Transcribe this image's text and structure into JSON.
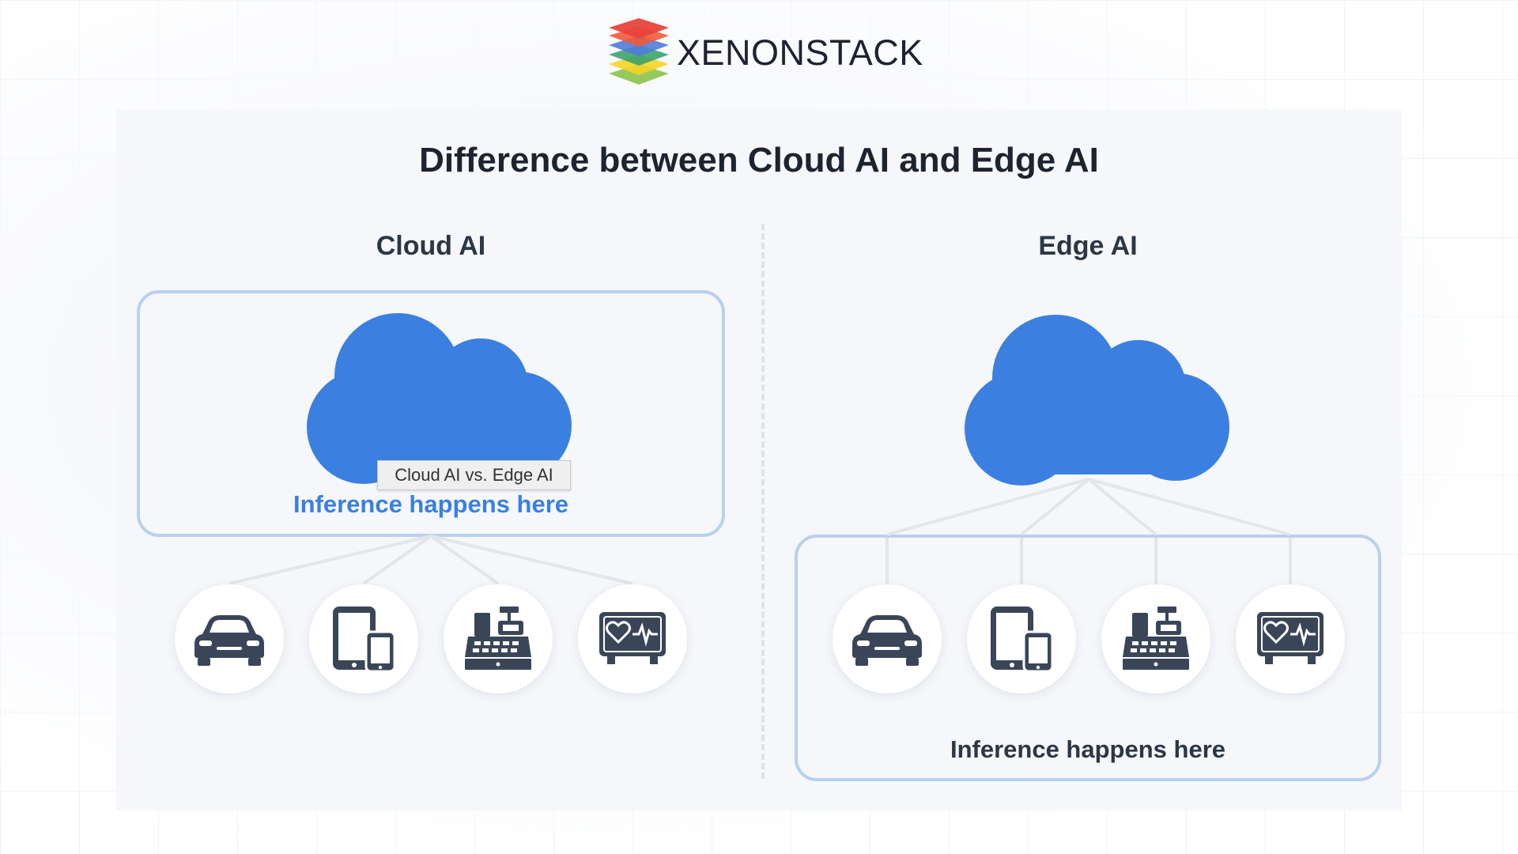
{
  "logo": {
    "text": "XENONSTACK"
  },
  "title": "Difference between Cloud AI and Edge AI",
  "left": {
    "heading": "Cloud AI",
    "inference_label": "Inference happens here",
    "devices": [
      "car-icon",
      "tablet-phone-icon",
      "cash-register-icon",
      "health-monitor-icon"
    ]
  },
  "right": {
    "heading": "Edge AI",
    "inference_label": "Inference happens here",
    "devices": [
      "car-icon",
      "tablet-phone-icon",
      "cash-register-icon",
      "health-monitor-icon"
    ]
  },
  "tooltip": "Cloud AI vs. Edge AI",
  "colors": {
    "cloud": "#3b7fe0",
    "frame": "#b8d0ef",
    "icon": "#3a4658",
    "accent_text": "#3b7fe0"
  }
}
